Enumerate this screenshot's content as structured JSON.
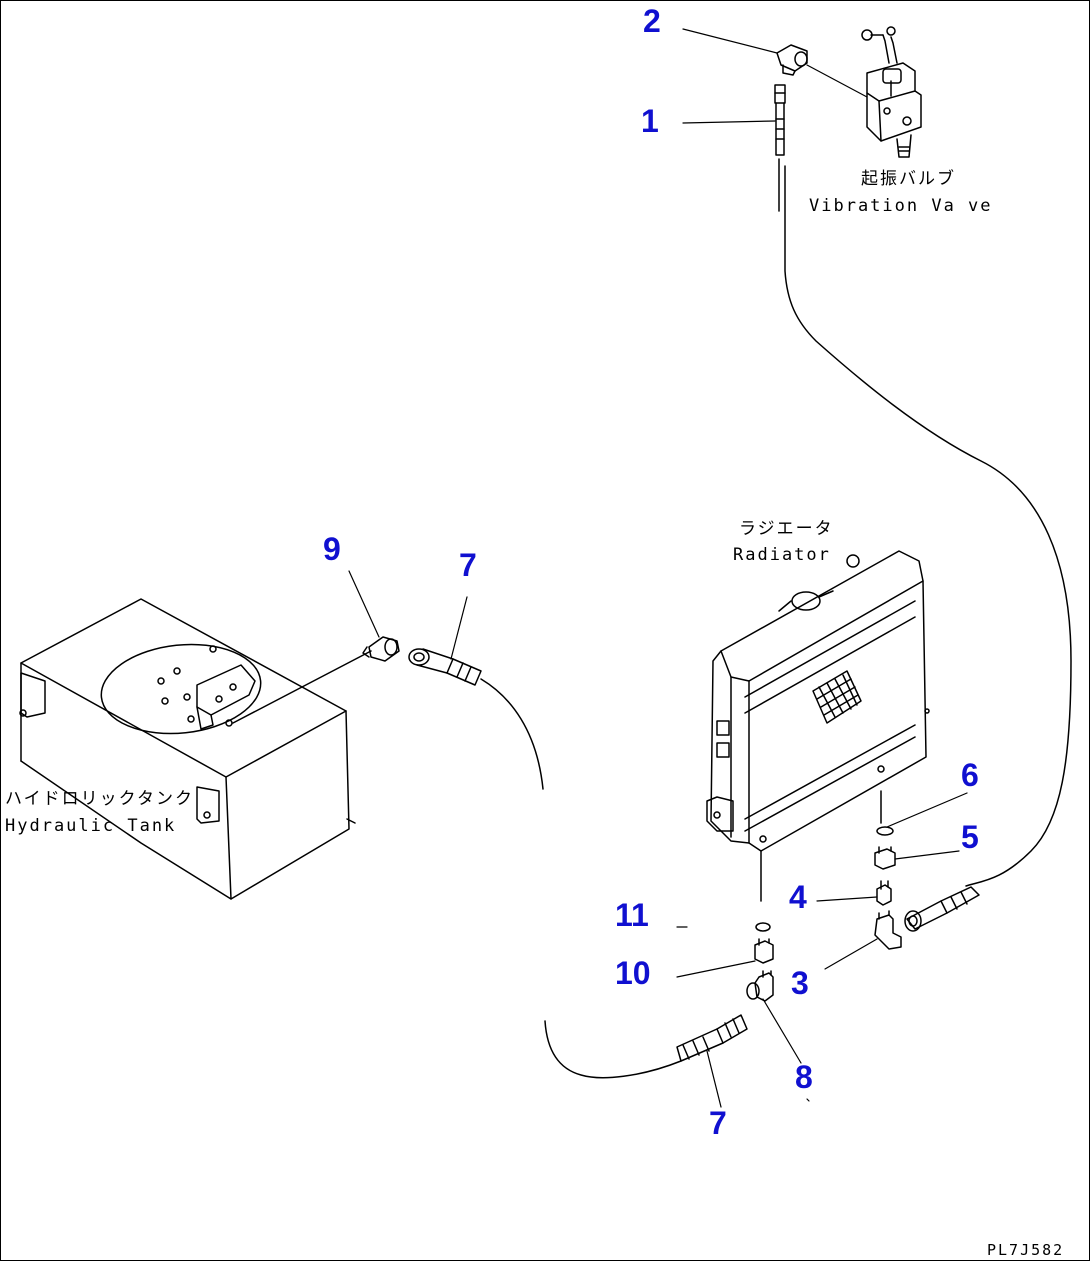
{
  "diagram": {
    "drawing_id": "PL7J582",
    "components": {
      "vibration_valve": {
        "label_jp": "起振バルブ",
        "label_en": "Vibration Va ve"
      },
      "radiator": {
        "label_jp": "ラジエータ",
        "label_en": "Radiator"
      },
      "hydraulic_tank": {
        "label_jp": "ハイドロリックタンク",
        "label_en": "Hydraulic Tank"
      }
    },
    "callouts": {
      "c1": "1",
      "c2": "2",
      "c3": "3",
      "c4": "4",
      "c5": "5",
      "c6": "6",
      "c7a": "7",
      "c7b": "7",
      "c8": "8",
      "c9": "9",
      "c10": "10",
      "c11": "11"
    },
    "colors": {
      "callout": "#1010d0",
      "line": "#000000",
      "background": "#ffffff"
    }
  }
}
